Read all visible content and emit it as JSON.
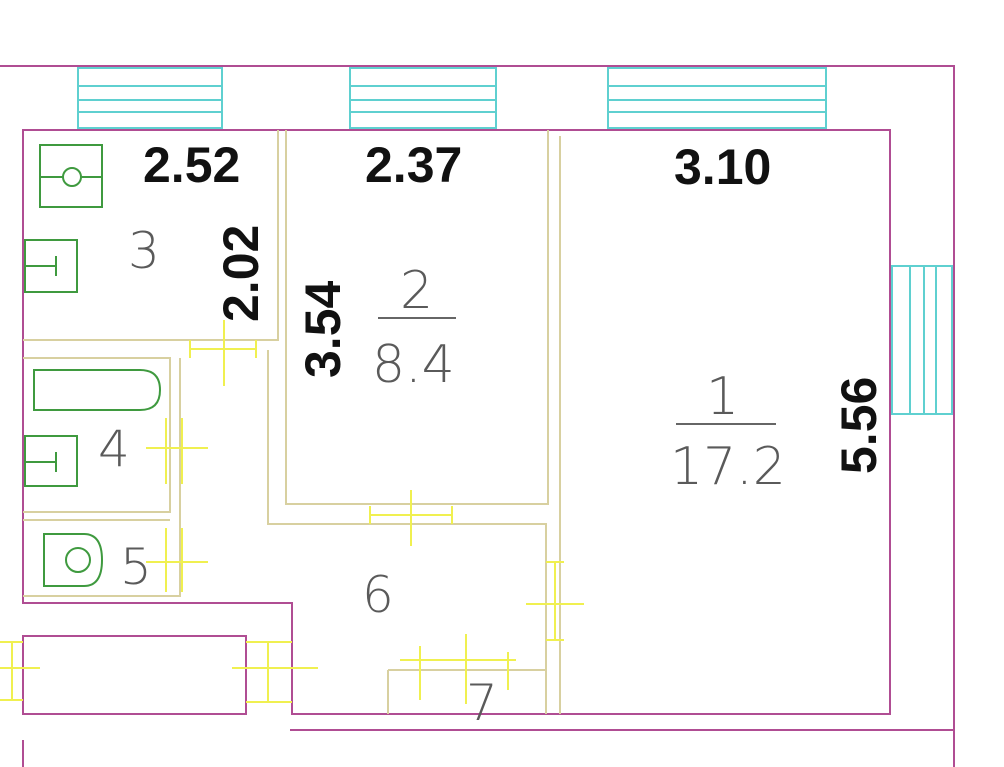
{
  "dimensions": {
    "bath_width": "2.52",
    "bath_height": "2.02",
    "room2_width": "2.37",
    "room2_height": "3.54",
    "room1_width": "3.10",
    "room1_height": "5.56"
  },
  "rooms": {
    "room1_number": "1",
    "room1_area": "17.2",
    "room2_number": "2",
    "room2_area": "8.4",
    "room3_number": "3",
    "room4_number": "4",
    "room5_number": "5",
    "room6_number": "6",
    "room7_number": "7"
  },
  "colors": {
    "outer_wall": "#b04d93",
    "inner_wall": "#d8d0a0",
    "window": "#5fd0d0",
    "door": "#f0f050",
    "fixture": "#3f9a3f"
  }
}
